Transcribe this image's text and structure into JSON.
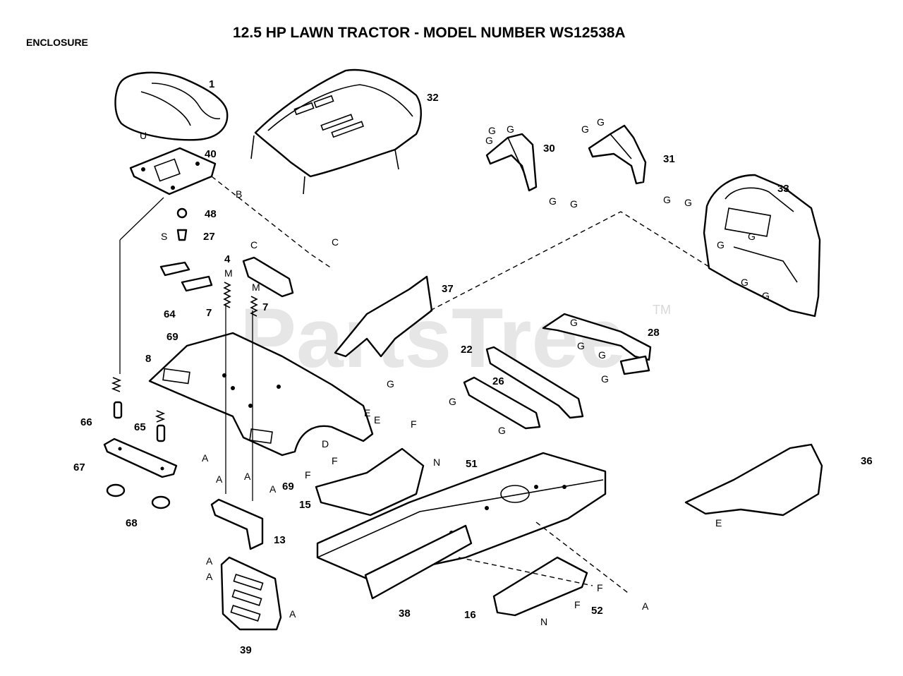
{
  "header": {
    "section": "ENCLOSURE",
    "title": "12.5 HP LAWN TRACTOR - MODEL NUMBER WS12538A"
  },
  "watermark": {
    "text": "PartsTree",
    "tm": "TM"
  },
  "part_labels": [
    {
      "id": "p1",
      "text": "1"
    },
    {
      "id": "p32",
      "text": "32"
    },
    {
      "id": "p30",
      "text": "30"
    },
    {
      "id": "p31",
      "text": "31"
    },
    {
      "id": "p33",
      "text": "33"
    },
    {
      "id": "p40",
      "text": "40"
    },
    {
      "id": "p48",
      "text": "48"
    },
    {
      "id": "p27",
      "text": "27"
    },
    {
      "id": "p4",
      "text": "4"
    },
    {
      "id": "p37",
      "text": "37"
    },
    {
      "id": "p64",
      "text": "64"
    },
    {
      "id": "p7a",
      "text": "7"
    },
    {
      "id": "p7b",
      "text": "7"
    },
    {
      "id": "p69a",
      "text": "69"
    },
    {
      "id": "p8",
      "text": "8"
    },
    {
      "id": "p28",
      "text": "28"
    },
    {
      "id": "p22",
      "text": "22"
    },
    {
      "id": "p26",
      "text": "26"
    },
    {
      "id": "p66",
      "text": "66"
    },
    {
      "id": "p65",
      "text": "65"
    },
    {
      "id": "p67",
      "text": "67"
    },
    {
      "id": "p68",
      "text": "68"
    },
    {
      "id": "p69b",
      "text": "69"
    },
    {
      "id": "p51",
      "text": "51"
    },
    {
      "id": "p15",
      "text": "15"
    },
    {
      "id": "p13",
      "text": "13"
    },
    {
      "id": "p36",
      "text": "36"
    },
    {
      "id": "p38",
      "text": "38"
    },
    {
      "id": "p16",
      "text": "16"
    },
    {
      "id": "p52",
      "text": "52"
    },
    {
      "id": "p39",
      "text": "39"
    }
  ],
  "connection_letters": [
    "U",
    "B",
    "S",
    "C",
    "C",
    "M",
    "M",
    "G",
    "G",
    "G",
    "G",
    "G",
    "G",
    "G",
    "G",
    "G",
    "G",
    "G",
    "G",
    "G",
    "G",
    "G",
    "G",
    "G",
    "G",
    "G",
    "G",
    "E",
    "E",
    "E",
    "D",
    "F",
    "F",
    "F",
    "F",
    "F",
    "N",
    "N",
    "A",
    "A",
    "A",
    "A",
    "A",
    "A",
    "A",
    "A"
  ]
}
